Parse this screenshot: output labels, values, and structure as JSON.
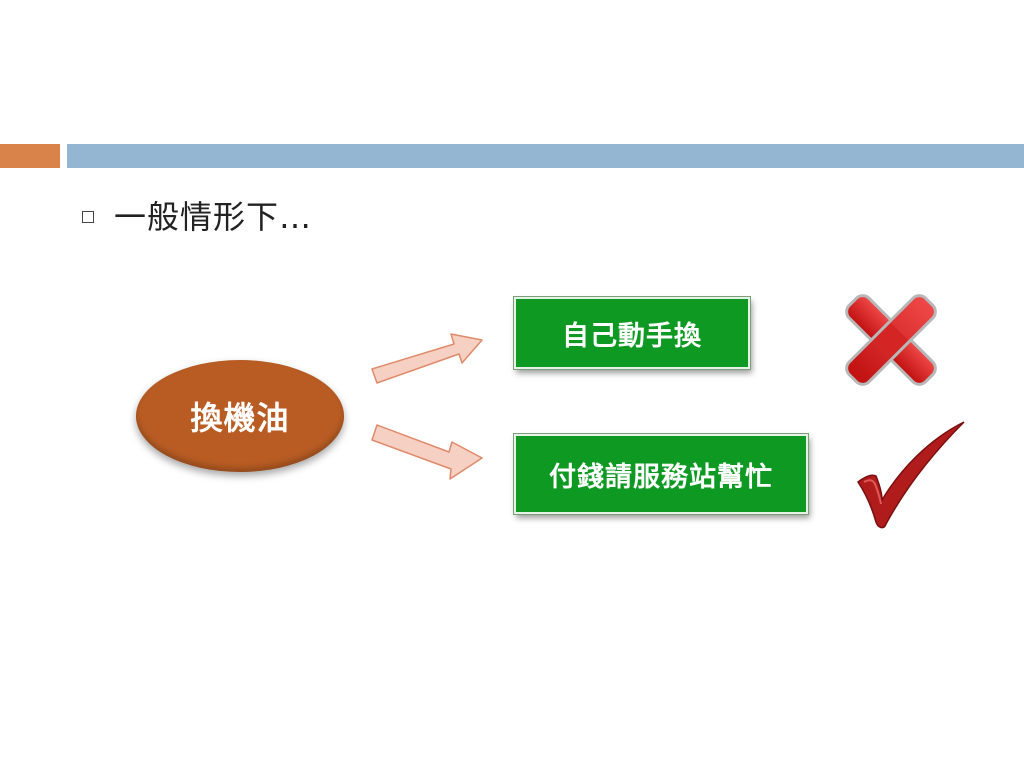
{
  "slide": {
    "bullet_text": "一般情形下…"
  },
  "diagram": {
    "source_label": "換機油",
    "option_diy_label": "自己動手換",
    "option_service_label": "付錢請服務站幫忙",
    "option_diy_mark": "cross-icon",
    "option_service_mark": "check-icon"
  },
  "colors": {
    "accent_orange": "#d9824a",
    "accent_blue": "#94b6d2",
    "oval_fill": "#b85c23",
    "box_fill": "#0e9a22",
    "arrow_fill": "#f6d0c2",
    "arrow_stroke": "#e08a6a",
    "cross_fill": "#d81e1e",
    "check_fill": "#b01c1c"
  }
}
